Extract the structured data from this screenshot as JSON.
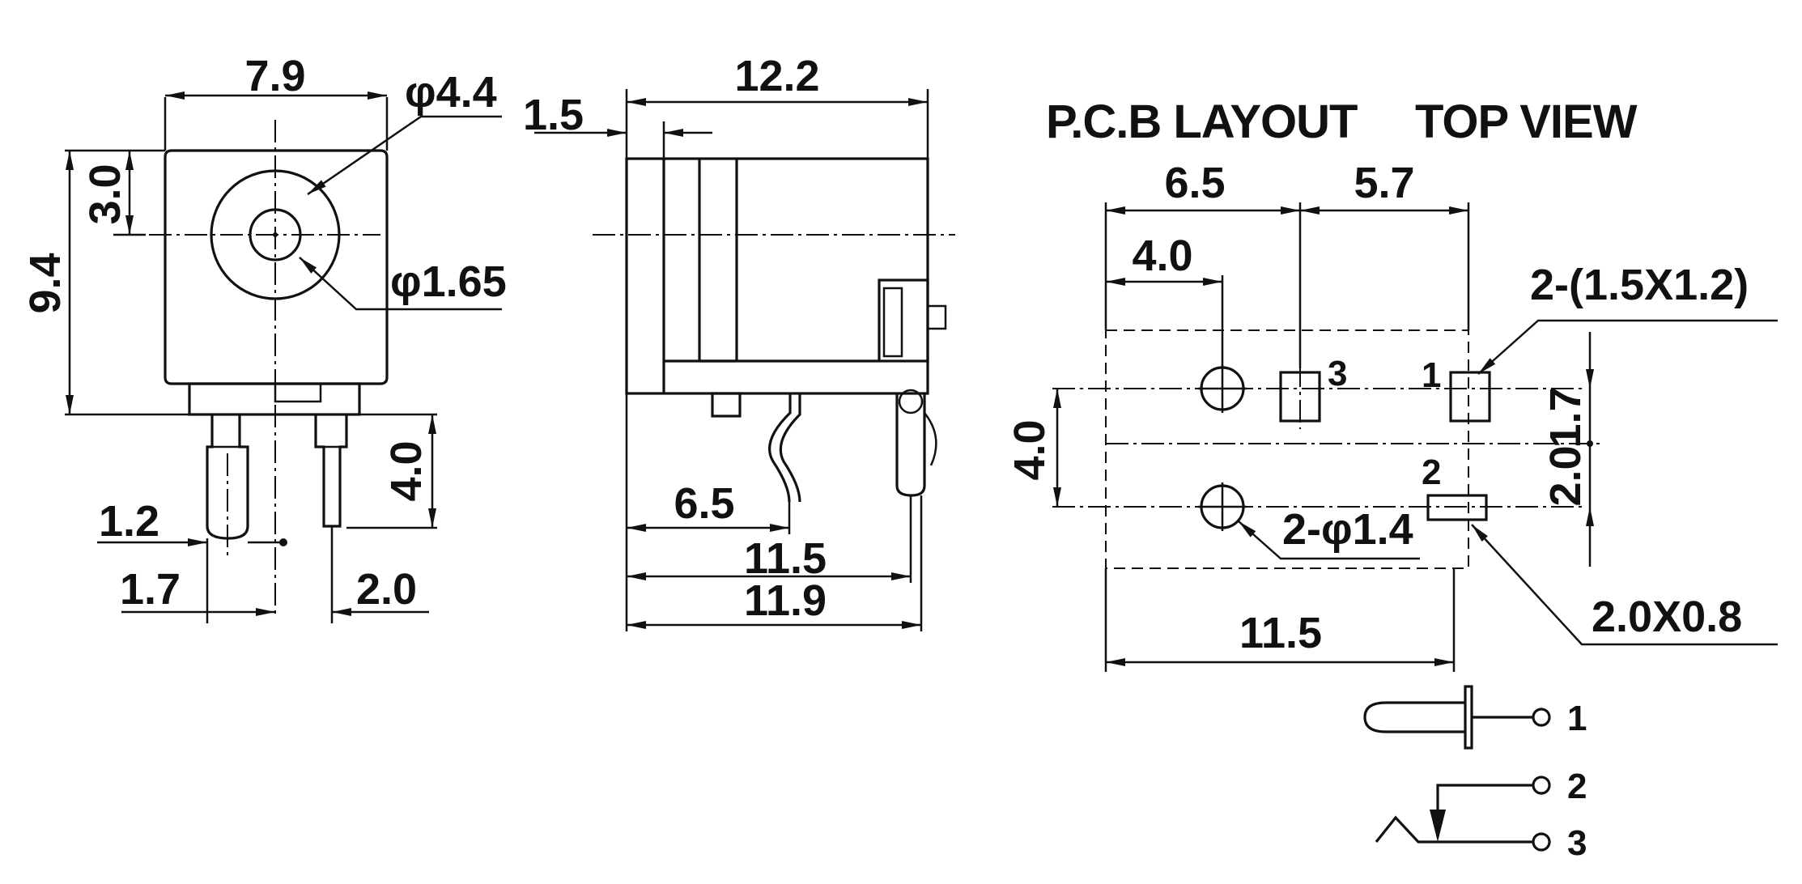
{
  "titles": {
    "pcb_layout": "P.C.B LAYOUT",
    "top_view": "TOP VIEW"
  },
  "front_view": {
    "width": "7.9",
    "outer_diameter": "φ4.4",
    "pin_diameter": "φ1.65",
    "top_offset": "3.0",
    "height": "9.4",
    "pin_length": "4.0",
    "pin_width": "1.2",
    "left_pin_offset": "1.7",
    "right_pin_offset": "2.0"
  },
  "side_view": {
    "length": "12.2",
    "front_lip": "1.5",
    "pin_pos_1": "6.5",
    "pin_pos_2": "11.5",
    "pin_pos_3": "11.9"
  },
  "pcb": {
    "spacing_a": "6.5",
    "spacing_b": "5.7",
    "spacing_c": "4.0",
    "pad_size": "2-(1.5X1.2)",
    "vertical_spacing": "4.0",
    "right_offset_1": "1.7",
    "right_offset_2": "2.0",
    "hole_diameter": "2-φ1.4",
    "slot_size": "2.0X0.8",
    "total_length": "11.5",
    "pad_labels": {
      "p1": "1",
      "p2": "2",
      "p3": "3"
    }
  },
  "schematic": {
    "pin1": "1",
    "pin2": "2",
    "pin3": "3"
  }
}
